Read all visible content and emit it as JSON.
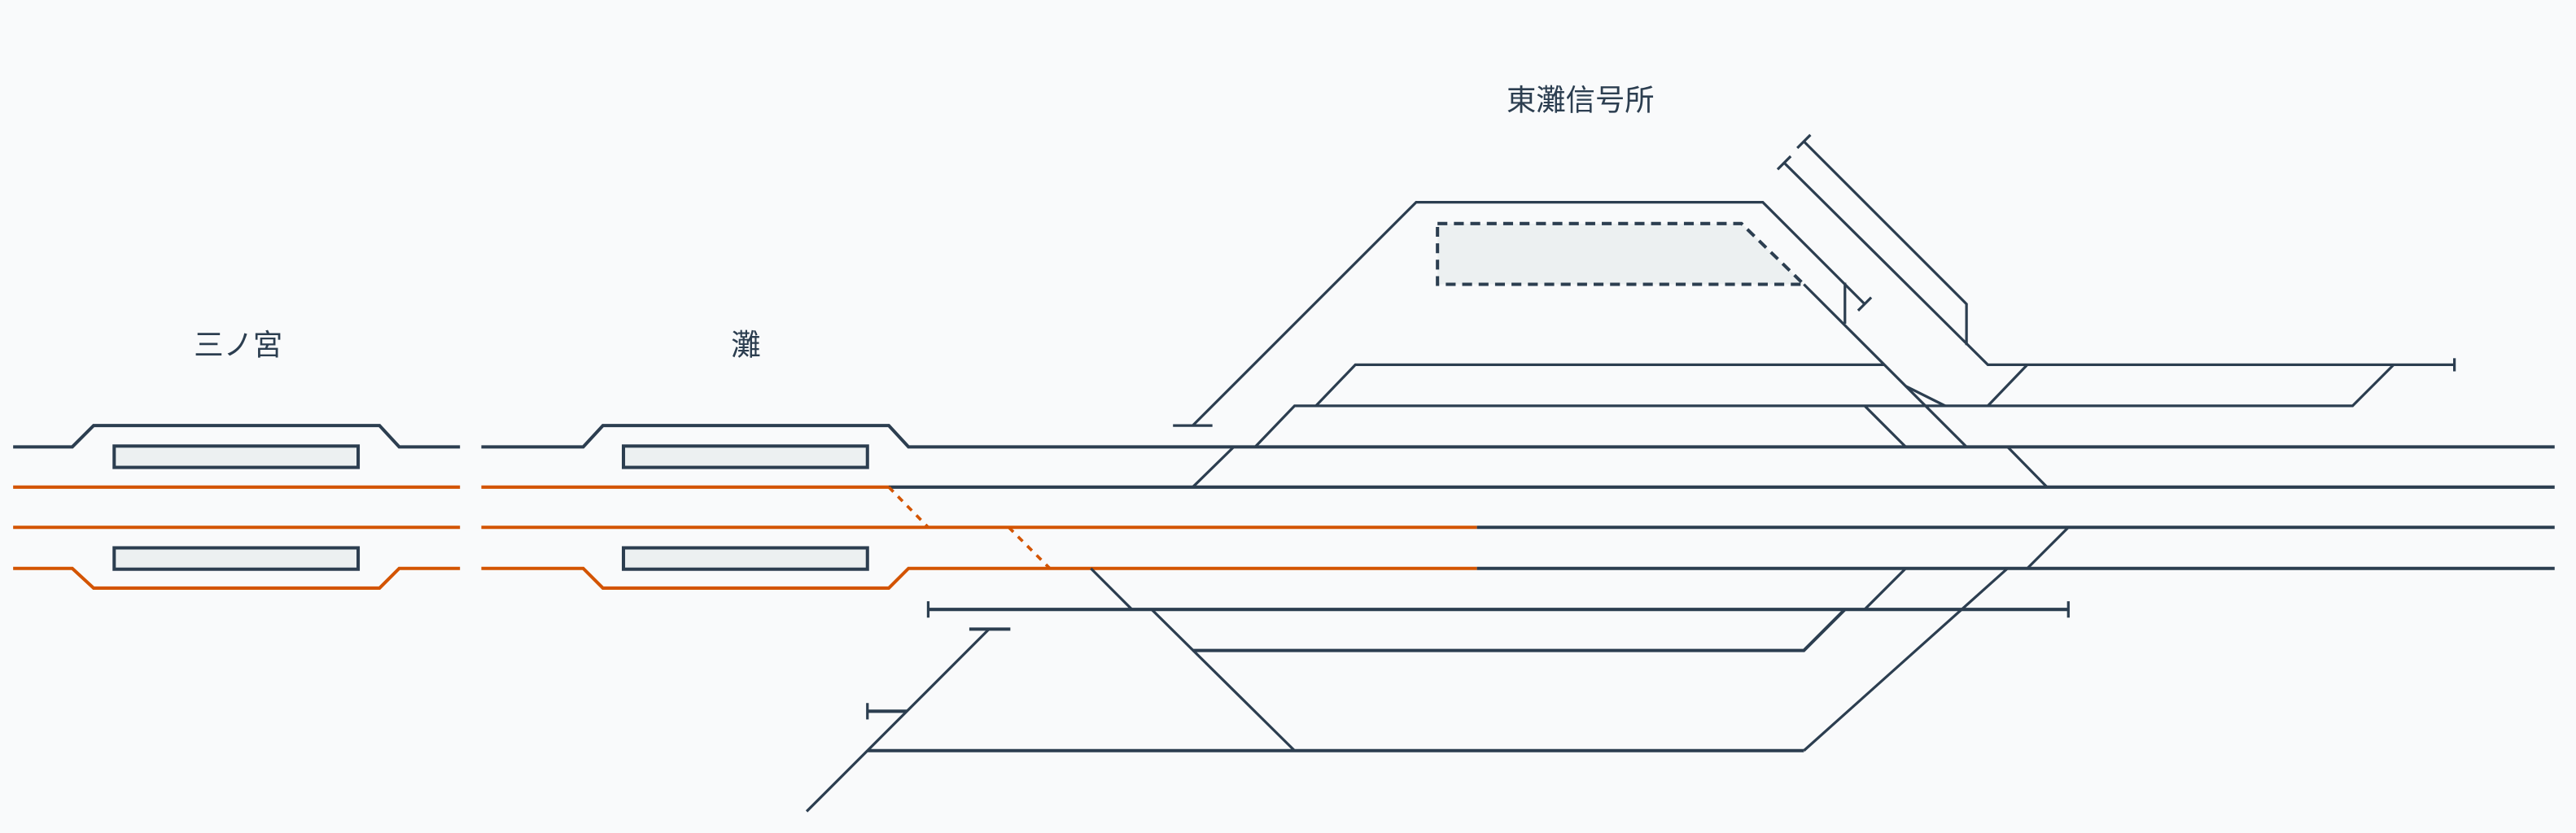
{
  "stations": {
    "sannomiya": "三ノ宮",
    "nada": "灘",
    "higashinada": "東灘信号所"
  },
  "colors": {
    "track": "#2c3e50",
    "highlight_track": "#d35400",
    "platform_fill": "#ecf0f1",
    "background": "#f9fafb"
  }
}
